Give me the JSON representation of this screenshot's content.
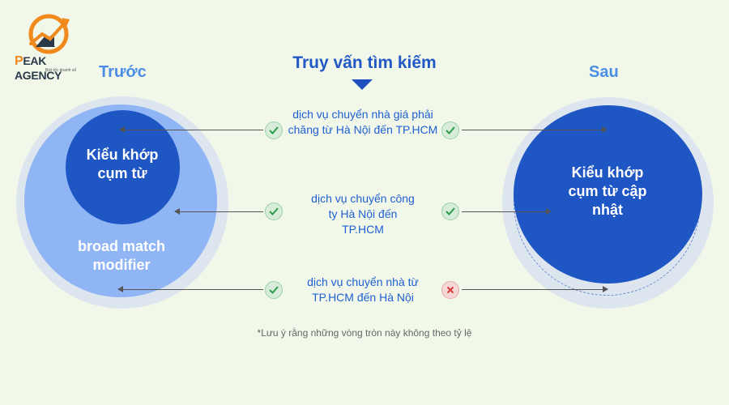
{
  "logo": {
    "mark": "P",
    "brand": "EAK AGENCY",
    "tagline": "Bứt tốc doanh số"
  },
  "titles": {
    "before": "Trước",
    "center": "Truy vấn tìm kiếm",
    "after": "Sau"
  },
  "left": {
    "inner_label": "Kiểu khớp cụm từ",
    "outer_label": "broad match modifier"
  },
  "right": {
    "label": "Kiểu khớp cụm từ cập nhật"
  },
  "queries": [
    {
      "text": "dịch vụ chuyển nhà giá phải chăng từ Hà Nội đến TP.HCM",
      "before": "match",
      "after": "match"
    },
    {
      "text": "dịch vụ chuyển công ty Hà Nội đến TP.HCM",
      "before": "match",
      "after": "match"
    },
    {
      "text": "dịch vụ chuyển nhà từ TP.HCM đến Hà Nội",
      "before": "match",
      "after": "no-match"
    }
  ],
  "note": "*Lưu ý rằng những vòng tròn này không theo tỷ lệ",
  "colors": {
    "primary": "#1e56c4",
    "light_blue": "#8fb5f5",
    "title_blue": "#4c8ee6",
    "check_green": "#2e9c4e",
    "cross_red": "#d93a3a",
    "background": "#f1f8ea"
  }
}
